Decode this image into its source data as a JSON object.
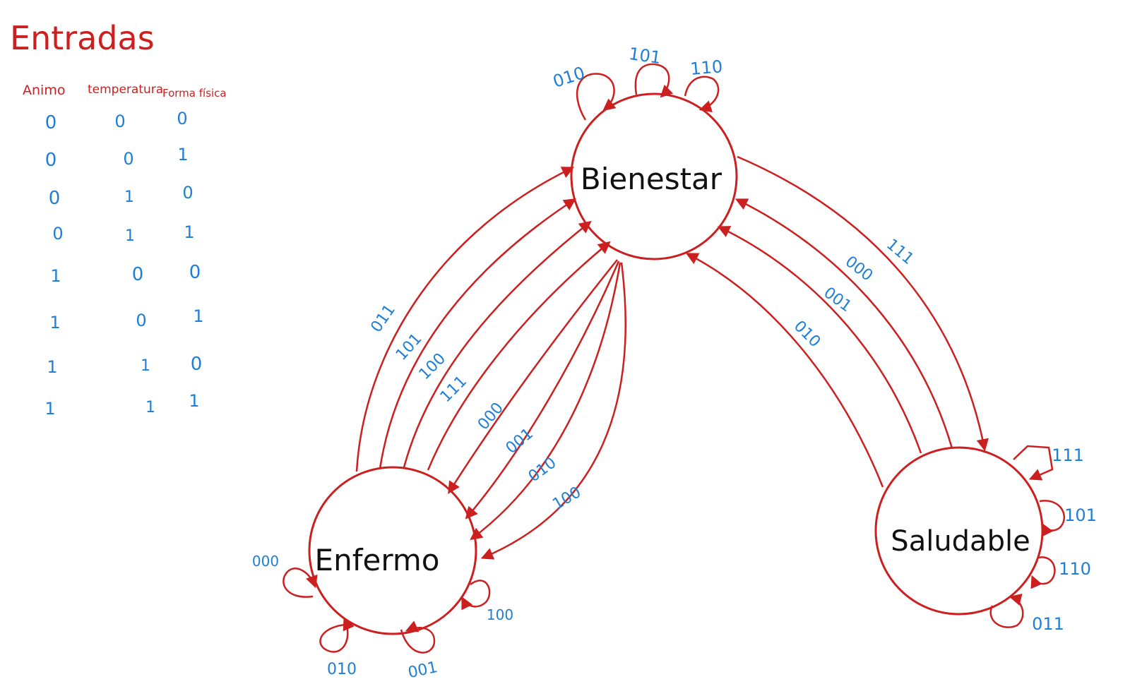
{
  "inputs": {
    "title": "Entradas",
    "columns": [
      "Animo",
      "temperatura",
      "Forma física"
    ],
    "rows": [
      [
        "0",
        "0",
        "0"
      ],
      [
        "0",
        "0",
        "1"
      ],
      [
        "0",
        "1",
        "0"
      ],
      [
        "0",
        "1",
        "1"
      ],
      [
        "1",
        "0",
        "0"
      ],
      [
        "1",
        "0",
        "1"
      ],
      [
        "1",
        "1",
        "0"
      ],
      [
        "1",
        "1",
        "1"
      ]
    ]
  },
  "states": {
    "bienestar": "Bienestar",
    "enfermo": "Enfermo",
    "saludable": "Saludable"
  },
  "transition_labels": {
    "bienestar_self": [
      "010",
      "101",
      "110"
    ],
    "enfermo_to_bienestar": [
      "011",
      "101",
      "100",
      "111"
    ],
    "bienestar_to_enfermo": [
      "000",
      "001",
      "010",
      "100"
    ],
    "bienestar_to_saludable": [
      "111"
    ],
    "saludable_to_bienestar": [
      "000",
      "001",
      "010"
    ],
    "enfermo_self": [
      "000",
      "100",
      "010",
      "001"
    ],
    "saludable_self": [
      "111",
      "101",
      "110",
      "011"
    ]
  },
  "colors": {
    "edges": "#cc1f1f",
    "labels": "#1f7fd6",
    "state_text": "#111111"
  }
}
